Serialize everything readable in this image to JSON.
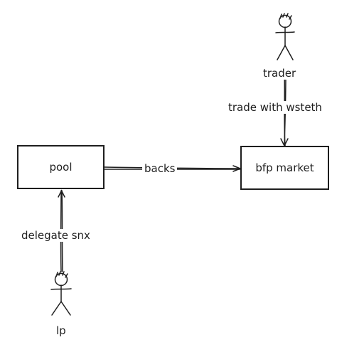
{
  "nodes": {
    "pool": "pool",
    "bfp_market": "bfp market",
    "trader": "trader",
    "lp": "lp"
  },
  "edges": {
    "backs": "backs",
    "trade_with_wsteth": "trade with wsteth",
    "delegate_snx": "delegate snx"
  }
}
